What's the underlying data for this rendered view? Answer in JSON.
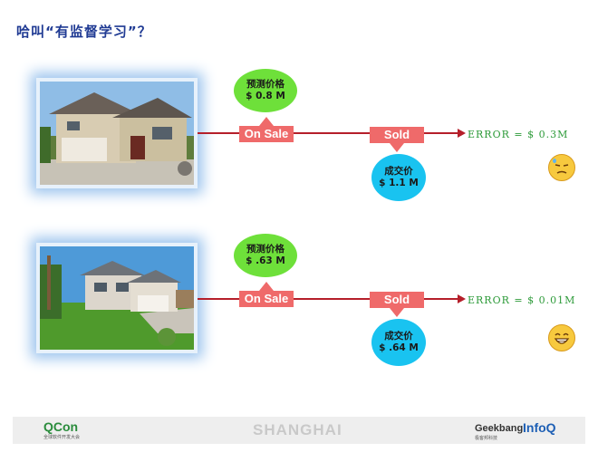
{
  "title": "哈叫“有监督学习”？",
  "rows": [
    {
      "predicted": {
        "label": "预测价格",
        "value": "$ 0.8 M"
      },
      "on_sale": "On Sale",
      "sold": "Sold",
      "actual": {
        "label": "成交价",
        "value": "$ 1.1 M"
      },
      "error": "ERROR = $ 0.3M",
      "emoji": "sad-sweat-face-icon"
    },
    {
      "predicted": {
        "label": "预测价格",
        "value": "$ .63 M"
      },
      "on_sale": "On Sale",
      "sold": "Sold",
      "actual": {
        "label": "成交价",
        "value": "$ .64 M"
      },
      "error": "ERROR = $ 0.01M",
      "emoji": "grinning-face-icon"
    }
  ],
  "footer": {
    "left_logo": "QCon",
    "left_sub": "全球软件开发大会",
    "city": "SHANGHAI",
    "right_logo_1": "Geekbang",
    "right_sub": "极客邦科技",
    "right_logo_2": "InfoQ"
  },
  "colors": {
    "title": "#1f3a93",
    "line": "#b51f2a",
    "tag": "#ef6a6a",
    "predicted_bubble": "#6ee03a",
    "actual_bubble": "#19c3f0",
    "error_text": "#2e9b3a"
  }
}
